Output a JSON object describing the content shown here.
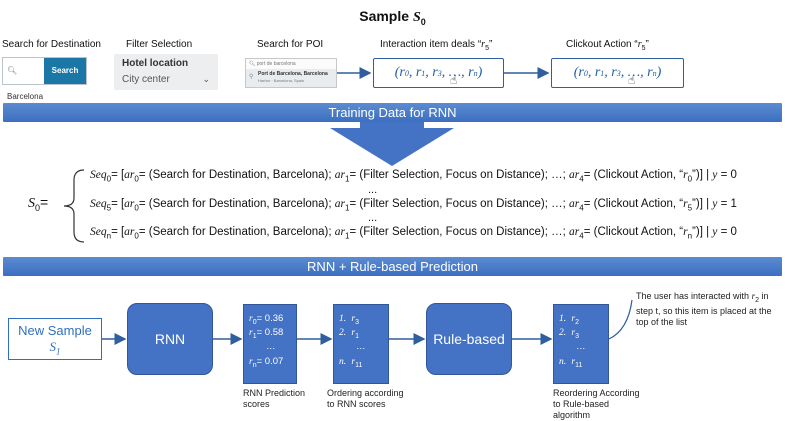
{
  "title": "Sample S0",
  "steps": {
    "search_destination": "Search for Destination",
    "filter_selection": "Filter Selection",
    "search_poi": "Search for POI",
    "interaction": "Interaction item deals “r5”",
    "clickout": "Clickout Action “r5”"
  },
  "search_widget": {
    "query": "Barcelona",
    "button": "Search"
  },
  "filter_widget": {
    "title": "Hotel location",
    "value": "City center"
  },
  "poi_widget": {
    "query": "port de barcelona",
    "result": "Port de Barcelona, Barcelona",
    "subtitle": "Harbor · Barcelona, Spain"
  },
  "sequence_box": "(r0, r1, r3, ..., rn)",
  "banners": {
    "training": "Training Data for RNN",
    "prediction": "RNN + Rule-based Prediction"
  },
  "sequences": {
    "label": "S0=",
    "rows": [
      "Seq0= [ar0= (Search for Destination, Barcelona); ar1= (Filter Selection, Focus on Distance); ...; ar4= (Clickout Action, “r0”)] | y = 0",
      "Seq5= [ar0= (Search for Destination, Barcelona); ar1= (Filter Selection, Focus on Distance); ...; ar4= (Clickout Action, “r5”)] | y = 1",
      "Seqn= [ar0= (Search for Destination, Barcelona); ar1= (Filter Selection, Focus on Distance); ...; ar4= (Clickout Action, “rn”)] | y = 0"
    ],
    "ellipsis": "..."
  },
  "pipeline": {
    "new_sample": "New Sample",
    "new_sample_sub": "S1",
    "rnn": "RNN",
    "rule_based": "Rule-based",
    "scores": [
      "r0 = 0.36",
      "r1 = 0.58",
      "...",
      "rn = 0.07"
    ],
    "ordering": [
      "1.  r3",
      "2.  r1",
      "...",
      "n.  r11"
    ],
    "reordering": [
      "1.  r2",
      "2.  r3",
      "...",
      "n.  r11"
    ],
    "captions": {
      "scores": "RNN Prediction scores",
      "ordering": "Ordering according to RNN scores",
      "reordering": "Reordering According to Rule-based algorithm"
    },
    "annotation": "The user has interacted with r2 in step t, so this item is placed at the top of the list"
  },
  "colors": {
    "banner": "#4a7cc7",
    "box": "#4472c4",
    "outline": "#2f5f9e"
  }
}
